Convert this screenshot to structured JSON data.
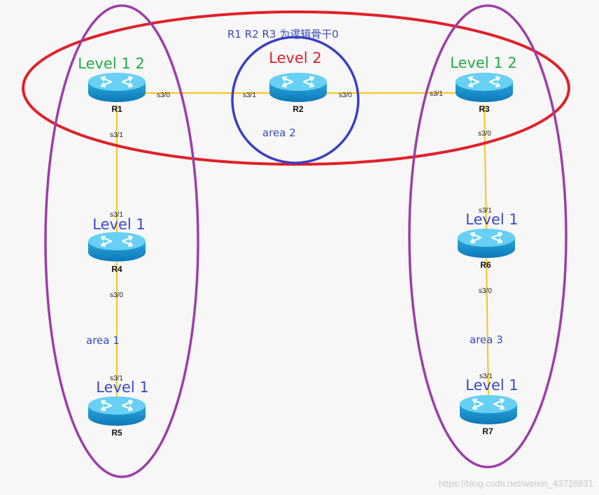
{
  "title": "R1 R2 R3 为逻辑骨干0",
  "colors": {
    "link": "#f5c518",
    "backbone_ellipse": "#e0202a",
    "area_ellipse": "#9b3fa8",
    "area2_circle": "#3a3fc4",
    "level12_text": "#22aa44",
    "level2_text": "#e0202a",
    "level1_text": "#3a4bc4",
    "router_body": "#1f9fd6",
    "router_top": "#5ccdf2"
  },
  "routers": [
    {
      "id": "R1",
      "name": "R1",
      "level": "Level 1 2",
      "level_color": "level12_text"
    },
    {
      "id": "R2",
      "name": "R2",
      "level": "Level 2",
      "level_color": "level2_text"
    },
    {
      "id": "R3",
      "name": "R3",
      "level": "Level 1 2",
      "level_color": "level12_text"
    },
    {
      "id": "R4",
      "name": "R4",
      "level": "Level 1",
      "level_color": "level1_text"
    },
    {
      "id": "R5",
      "name": "R5",
      "level": "Level 1",
      "level_color": "level1_text"
    },
    {
      "id": "R6",
      "name": "R6",
      "level": "Level 1",
      "level_color": "level1_text"
    },
    {
      "id": "R7",
      "name": "R7",
      "level": "Level 1",
      "level_color": "level1_text"
    }
  ],
  "links": [
    {
      "from": "R1",
      "to": "R2",
      "from_port": "s3/0",
      "to_port": "s3/1"
    },
    {
      "from": "R2",
      "to": "R3",
      "from_port": "s3/0",
      "to_port": "s3/1"
    },
    {
      "from": "R1",
      "to": "R4",
      "from_port": "s3/1",
      "to_port": "s3/1"
    },
    {
      "from": "R4",
      "to": "R5",
      "from_port": "s3/0",
      "to_port": "s3/1"
    },
    {
      "from": "R3",
      "to": "R6",
      "from_port": "s3/0",
      "to_port": "s3/1"
    },
    {
      "from": "R6",
      "to": "R7",
      "from_port": "s3/0",
      "to_port": "s3/1"
    }
  ],
  "areas": [
    {
      "id": "area1",
      "label": "area 1"
    },
    {
      "id": "area2",
      "label": "area 2"
    },
    {
      "id": "area3",
      "label": "area 3"
    }
  ],
  "watermark": "https://blog.csdn.net/weixin_43726831"
}
